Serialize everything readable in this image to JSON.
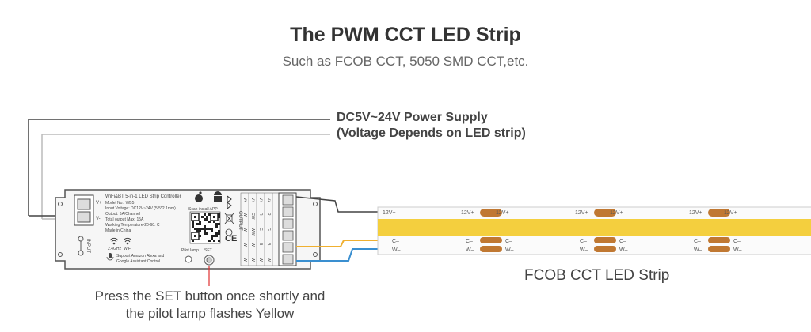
{
  "header": {
    "title": "The PWM CCT LED Strip",
    "subtitle": "Such as FCOB CCT, 5050 SMD CCT,etc."
  },
  "power_supply": {
    "line1": "DC5V~24V Power Supply",
    "line2": "(Voltage Depends on LED strip)"
  },
  "controller": {
    "name": "WiFi&BT 5-in-1 LED Strip Controller",
    "specs": [
      "Model No.: WB5",
      "Input Voltage: DC12V~24V (5.5*2.1mm)",
      "Output: 6A/Channel",
      "Total output Max. 15A",
      "Working Temperature-20-60. C",
      "Made in China"
    ],
    "scan_text": "Scan install APP",
    "wifi_labels": [
      "2.4GHz",
      "WiFi"
    ],
    "support_text": [
      "Support Amazon Alexa and",
      "Google Assistant Control"
    ],
    "pilot_lamp_label": "Pilot lamp",
    "set_label": "SET",
    "input_label": "INPUT",
    "input_terminals": [
      "V+",
      "V-"
    ],
    "output_label": "OUTPUT",
    "output_columns": [
      [
        "V+",
        "V+",
        "V+",
        "V+"
      ],
      [
        "W",
        "CW",
        "R",
        "R"
      ],
      [
        "W",
        "WW",
        "G",
        "G"
      ],
      [
        "W",
        "W",
        "B",
        "B"
      ],
      [
        "W",
        "W",
        "W",
        "W"
      ]
    ],
    "ce_mark": "CE"
  },
  "strip": {
    "label": "FCOB CCT LED Strip",
    "pad_top": "12V+",
    "pad_c": "C–",
    "pad_w": "W–"
  },
  "instruction": {
    "line1": "Press the SET button once shortly and",
    "line2": "the pilot lamp flashes Yellow"
  },
  "colors": {
    "strip_yellow": "#f4cf3e",
    "pad_copper": "#c07832",
    "wire_yellow": "#f0b030",
    "wire_blue": "#3a8fd0",
    "set_indicator": "#e03030"
  }
}
